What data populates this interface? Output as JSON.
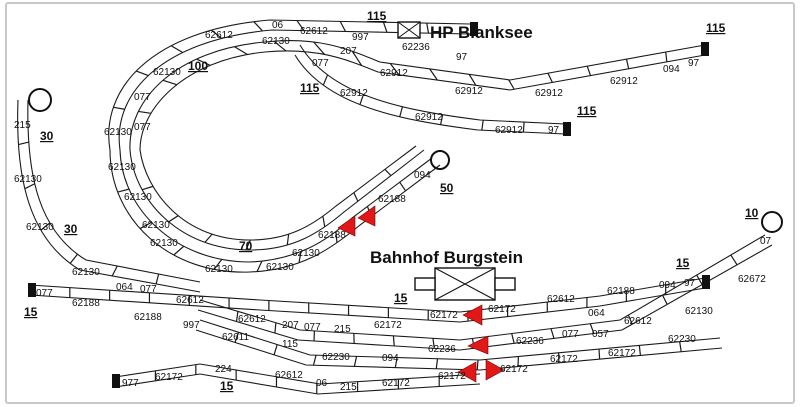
{
  "stations": {
    "upper": "HP Blanksee",
    "lower": "Bahnhof Burgstein"
  },
  "elevations": [
    "115",
    "115",
    "115",
    "115",
    "100",
    "30",
    "30",
    "70",
    "50",
    "10",
    "15",
    "15",
    "15",
    "15"
  ],
  "track_codes": {
    "upper": [
      "06",
      "62612",
      "997",
      "62236",
      "97",
      "62612",
      "62130",
      "207",
      "077",
      "62912",
      "62912",
      "62912",
      "62912",
      "094",
      "97",
      "62130",
      "077",
      "62912",
      "62912",
      "62912",
      "97",
      "62130",
      "077"
    ],
    "helix": [
      "62130",
      "62130",
      "62130",
      "62130",
      "62130",
      "62130",
      "62130",
      "62188",
      "62188",
      "094"
    ],
    "left": [
      "215",
      "62130",
      "62130",
      "62130"
    ],
    "lower_north": [
      "077",
      "62188",
      "064",
      "077",
      "62612",
      "62188",
      "62612",
      "62188",
      "094",
      "97",
      "62672",
      "07"
    ],
    "lower_mid": [
      "997",
      "62612",
      "207",
      "077",
      "215",
      "62172",
      "62172",
      "62172",
      "064",
      "62612",
      "62130"
    ],
    "lower_south": [
      "62611",
      "115",
      "62230",
      "094",
      "62236",
      "62236",
      "077",
      "057",
      "62230"
    ],
    "lower_bottom": [
      "977",
      "62172",
      "224",
      "62612",
      "06",
      "215",
      "62172",
      "62172",
      "62172",
      "62172",
      "62172"
    ]
  }
}
